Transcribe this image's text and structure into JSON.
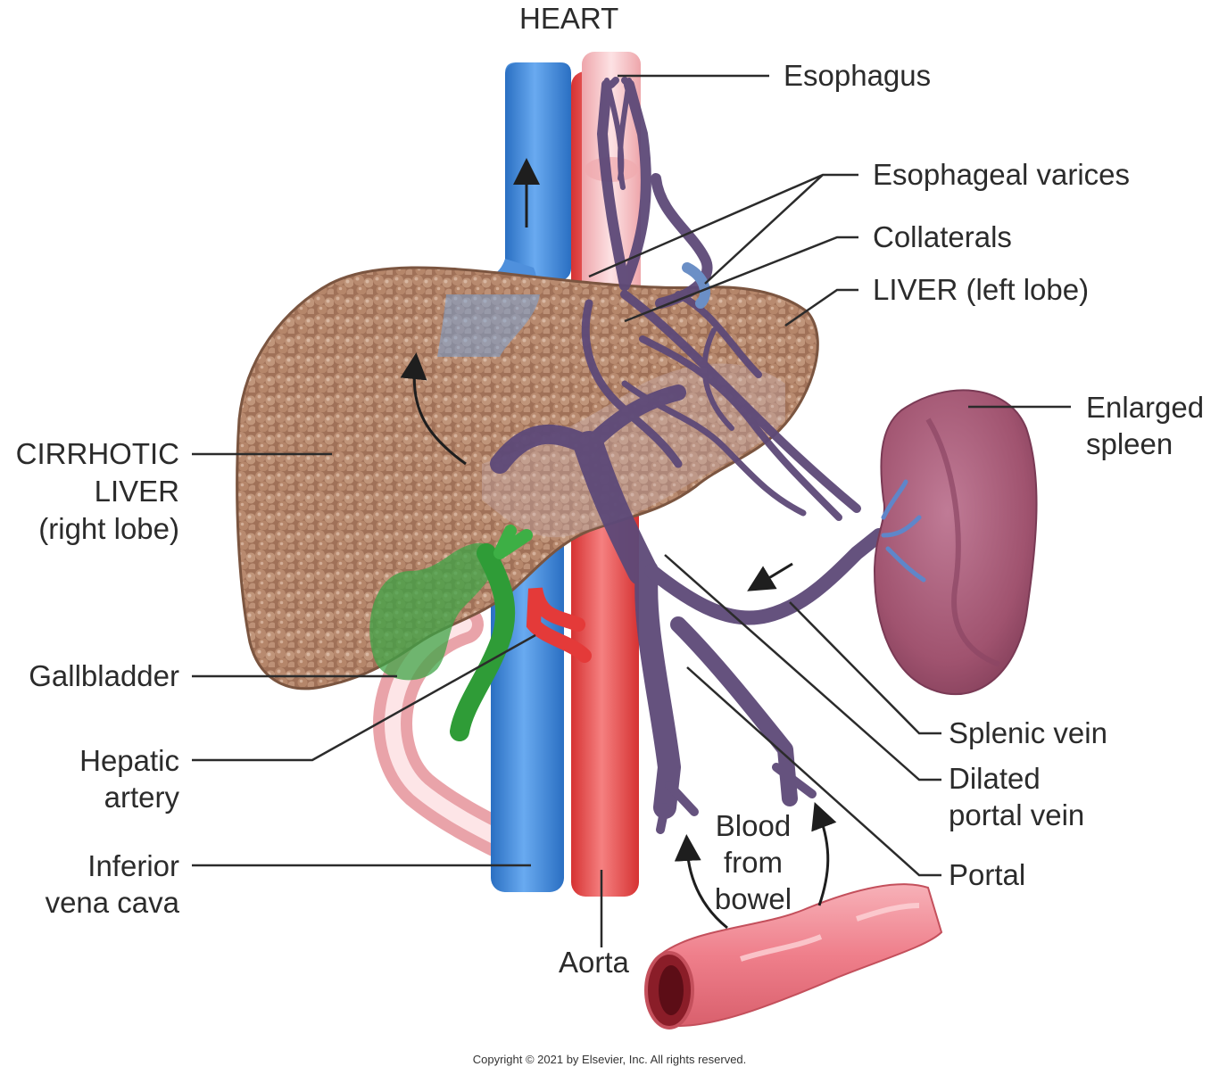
{
  "title": "HEART",
  "labels": {
    "esophagus": "Esophagus",
    "esophageal_varices": "Esophageal varices",
    "collaterals": "Collaterals",
    "liver_left_lobe": "LIVER (left lobe)",
    "enlarged_spleen_1": "Enlarged",
    "enlarged_spleen_2": "spleen",
    "cirrhotic_1": "CIRRHOTIC",
    "cirrhotic_2": "LIVER",
    "cirrhotic_3": "(right lobe)",
    "gallbladder": "Gallbladder",
    "hepatic_1": "Hepatic",
    "hepatic_2": "artery",
    "ivc_1": "Inferior",
    "ivc_2": "vena cava",
    "splenic_vein": "Splenic vein",
    "dilated_1": "Dilated",
    "dilated_2": "portal vein",
    "portal": "Portal",
    "blood_1": "Blood",
    "blood_2": "from",
    "blood_3": "bowel",
    "aorta": "Aorta"
  },
  "copyright": "Copyright © 2021 by Elsevier, Inc. All rights reserved.",
  "colors": {
    "vena_cava": "#3d86d6",
    "aorta": "#e8423f",
    "esophagus": "#f3b8bc",
    "portal_veins": "#5e4a7a",
    "liver": "#a87a5e",
    "spleen": "#a45d7a",
    "gallbladder": "#34a23b",
    "bowel": "#ef8b95"
  }
}
